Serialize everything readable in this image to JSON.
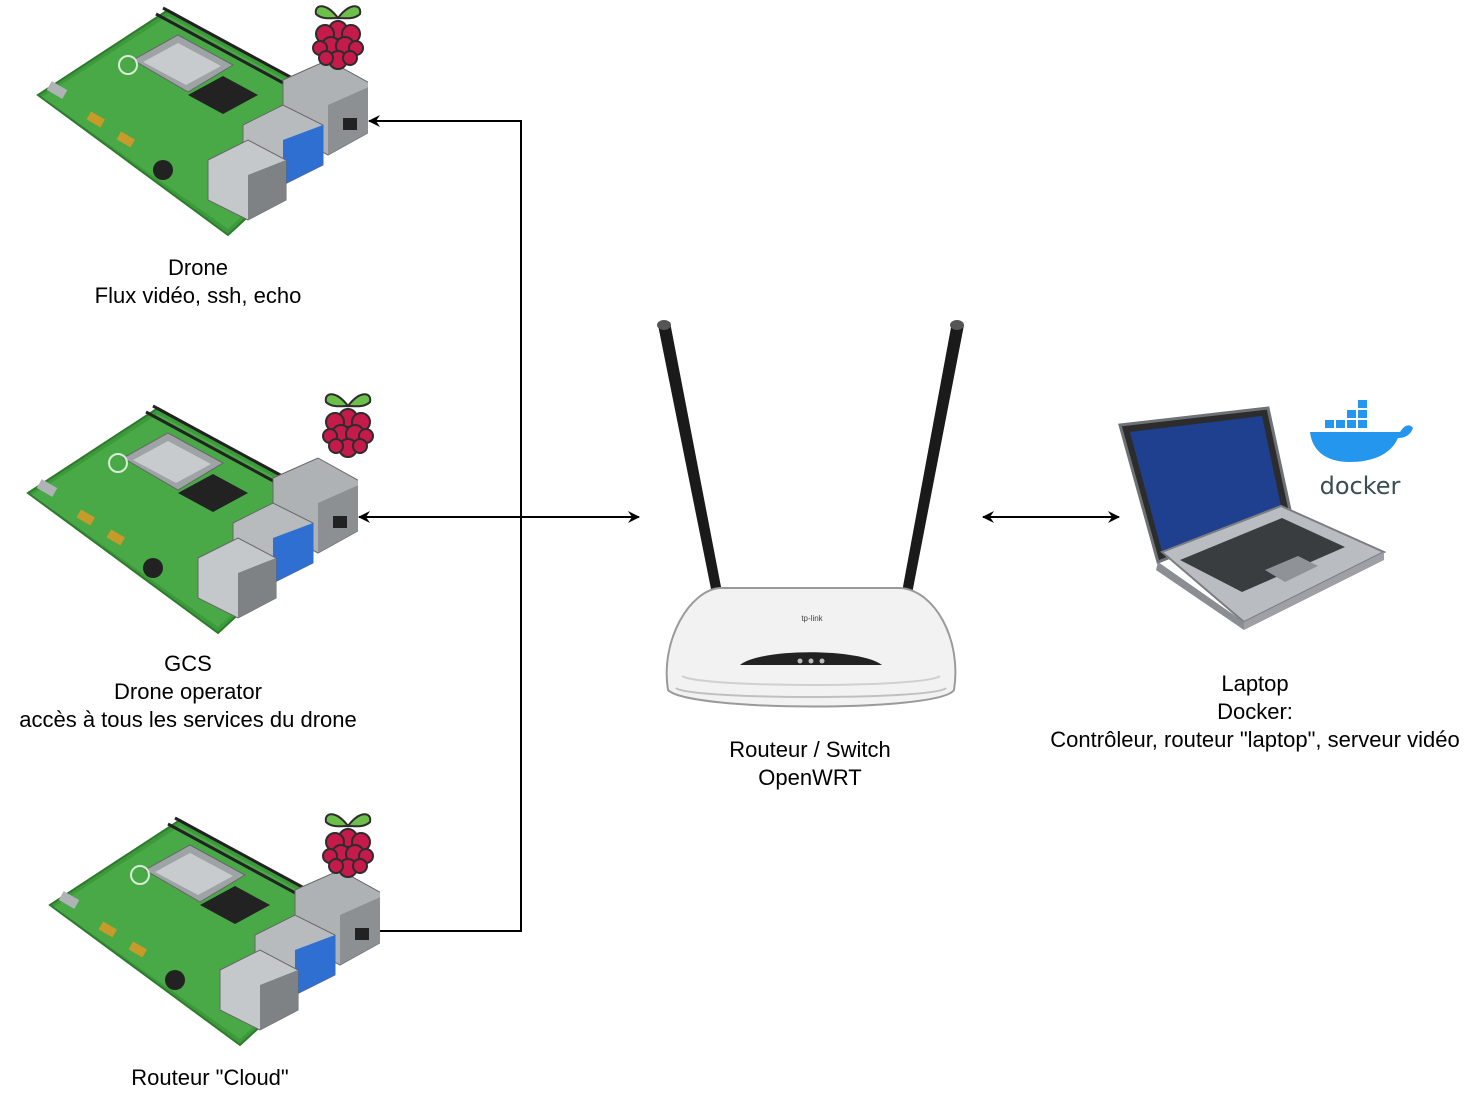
{
  "nodes": {
    "drone": {
      "lines": [
        "Drone",
        "Flux vidéo, ssh, echo"
      ],
      "icon": "raspberry-pi-board"
    },
    "gcs": {
      "lines": [
        "GCS",
        "Drone operator",
        "accès à tous les services du drone"
      ],
      "icon": "raspberry-pi-board"
    },
    "cloud": {
      "lines": [
        "Routeur \"Cloud\""
      ],
      "icon": "raspberry-pi-board"
    },
    "router": {
      "lines": [
        "Routeur / Switch",
        "OpenWRT"
      ],
      "icon": "wifi-router",
      "brand_text": "tp-link"
    },
    "laptop": {
      "lines": [
        "Laptop",
        "Docker:",
        "Contrôleur, routeur \"laptop\", serveur vidéo"
      ],
      "icon": "laptop",
      "badge": "docker"
    }
  },
  "edges": [
    {
      "from": "router",
      "to": "drone",
      "arrow": "end"
    },
    {
      "from": "router",
      "to": "gcs",
      "arrow": "both"
    },
    {
      "from": "cloud",
      "to": "router",
      "arrow": "none-at-cloud"
    },
    {
      "from": "router",
      "to": "laptop",
      "arrow": "both"
    }
  ],
  "colors": {
    "pcb_green": "#3c9a3a",
    "raspberry_red": "#c51a4a",
    "raspberry_leaf": "#6cc04a",
    "docker_blue": "#2496ed",
    "edge": "#000000"
  }
}
